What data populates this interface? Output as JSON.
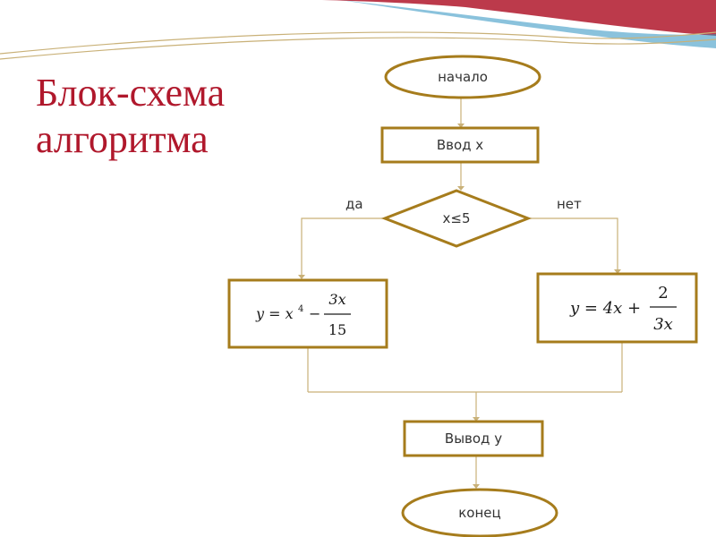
{
  "slide": {
    "title_line1": "Блок-схема",
    "title_line2": "алгоритма"
  },
  "flowchart": {
    "start": "начало",
    "input": "Ввод x",
    "condition": "x≤5",
    "yes_label": "да",
    "no_label": "нет",
    "yes_formula": {
      "lhs": "y = x",
      "exponent": "4",
      "operator": "−",
      "numerator": "3x",
      "denominator": "15"
    },
    "no_formula": {
      "lhs": "y = 4x +",
      "numerator": "2",
      "denominator": "3x"
    },
    "output": "Вывод y",
    "end": "конец"
  },
  "colors": {
    "title": "#b0182c",
    "shape_border": "#a67c1c",
    "connector": "#c9b178",
    "wave_red": "#b0182c",
    "wave_blue": "#2a8fc0"
  }
}
